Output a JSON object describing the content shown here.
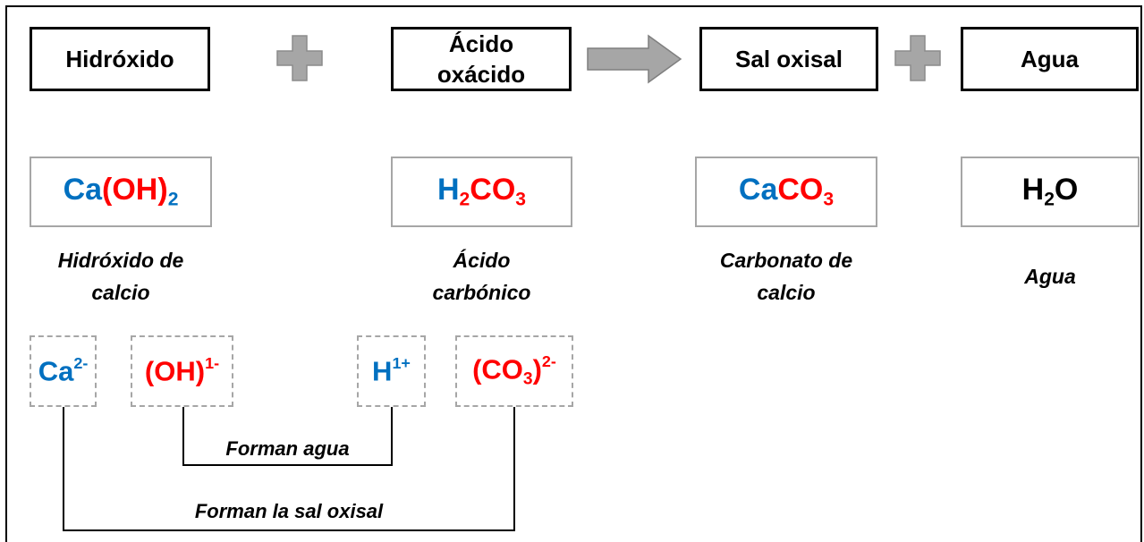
{
  "header": {
    "hidroxido": "Hidróxido",
    "acido_line1": "Ácido",
    "acido_line2": "oxácido",
    "sal": "Sal oxisal",
    "agua": "Agua"
  },
  "formulas": {
    "caoh2": {
      "ca": "Ca",
      "oh": "(OH)",
      "sub": "2"
    },
    "h2co3": {
      "h": "H",
      "hsub": "2",
      "co": "CO",
      "cosub": "3"
    },
    "caco3": {
      "ca": "Ca",
      "co": "CO",
      "cosub": "3"
    },
    "h2o": {
      "h": "H",
      "hsub": "2",
      "o": "O"
    }
  },
  "names": {
    "hidroxido_1": "Hidróxido de",
    "hidroxido_2": "calcio",
    "acido_1": "Ácido",
    "acido_2": "carbónico",
    "carbonato_1": "Carbonato de",
    "carbonato_2": "calcio",
    "agua": "Agua"
  },
  "ions": {
    "ca": {
      "base": "Ca",
      "charge": "2-"
    },
    "oh": {
      "base": "(OH)",
      "charge": "1-"
    },
    "h": {
      "base": "H",
      "charge": "1+"
    },
    "co3": {
      "base": "(CO",
      "sub": "3",
      "close": ")",
      "charge": "2-"
    }
  },
  "connectors": {
    "water": "Forman agua",
    "salt": "Forman la sal oxisal"
  },
  "colors": {
    "cation": "#0070c0",
    "anion": "#ff0000",
    "border_gray": "#a6a6a6",
    "plus_gray": "#a6a6a6"
  }
}
